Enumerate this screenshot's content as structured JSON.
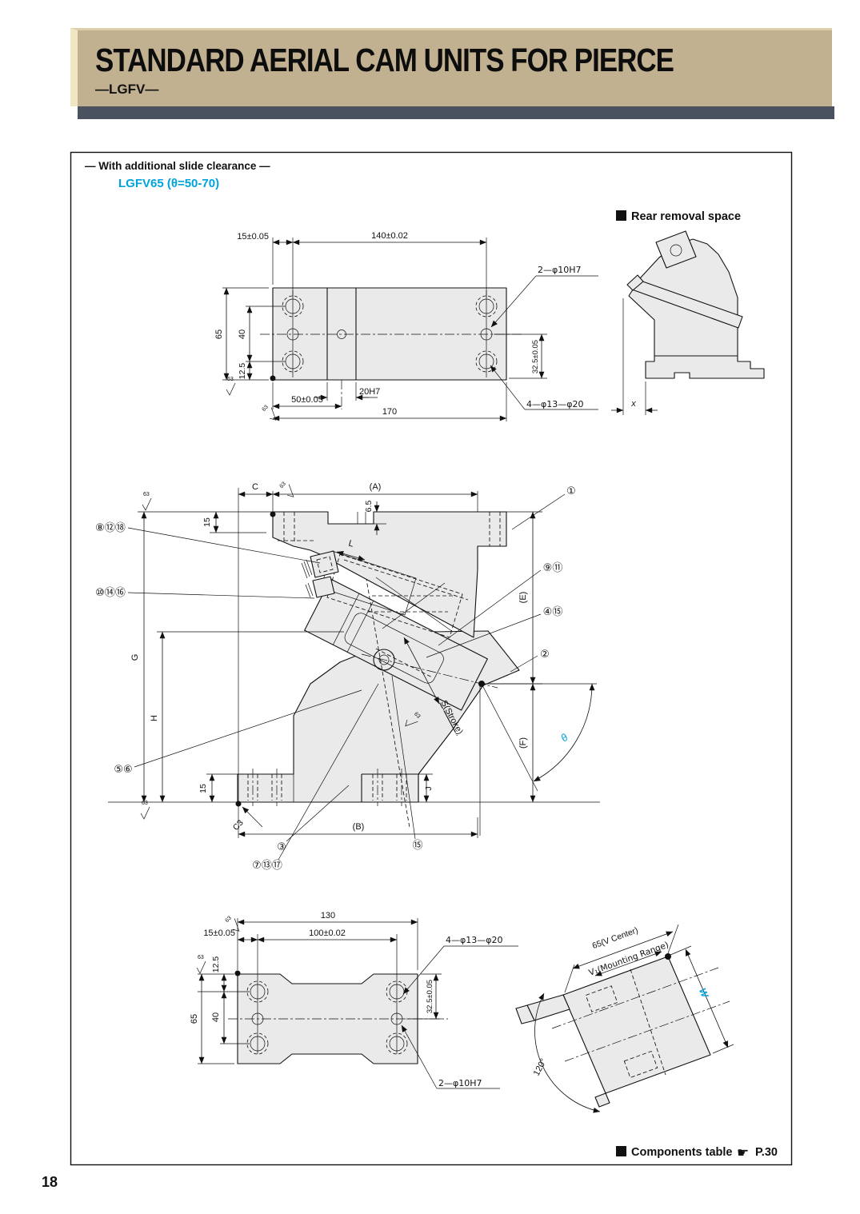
{
  "page": {
    "number": "18"
  },
  "banner": {
    "title": "STANDARD AERIAL CAM UNITS FOR PIERCE",
    "subtitle": "—LGFV—"
  },
  "intro": {
    "note": "— With additional slide clearance —",
    "model": "LGFV65 (θ=50-70)"
  },
  "colors": {
    "accent": "#00A3DC",
    "banner": "#C2B190",
    "bar": "#4A5260"
  },
  "rear_view": {
    "heading": "Rear removal space",
    "dim_x": "x"
  },
  "top_view": {
    "dim_15": "15±0.05",
    "dim_140": "140±0.02",
    "dim_65": "65",
    "dim_40": "40",
    "dim_12_5": "12.5",
    "dim_50": "50±0.05",
    "dim_20h7": "20H7",
    "dim_170": "170",
    "dim_32_5": "32.5±0.05",
    "label_pin_holes": "2—φ10H7",
    "label_bolt_holes": "4—φ13—φ20"
  },
  "assembly_view": {
    "dim_c": "C",
    "dim_a": "(A)",
    "dim_6_5": "6.5",
    "dim_15_top": "15",
    "dim_l": "L",
    "dim_g": "G",
    "dim_h": "H",
    "dim_15_bottom": "15",
    "dim_b": "(B)",
    "dim_j": "J",
    "dim_e": "(E)",
    "dim_f": "(F)",
    "dim_theta": "θ",
    "dim_stroke": "S(Stroke)",
    "chamfer": "C3",
    "callout_1": "①",
    "callout_2": "②",
    "callout_3": "③",
    "callout_4_15": "④⑮",
    "callout_5_6": "⑤⑥",
    "callout_7_13_17": "⑦⑬⑰",
    "callout_8_12_18": "⑧⑫⑱",
    "callout_9_11": "⑨⑪",
    "callout_10_14_16": "⑩⑭⑯",
    "callout_15": "⑮"
  },
  "bottom_view": {
    "dim_130": "130",
    "dim_100": "100±0.02",
    "dim_15": "15±0.05",
    "dim_12_5": "12.5",
    "dim_65": "65",
    "dim_40": "40",
    "dim_32_5": "32.5±0.05",
    "label_bolt_holes": "4—φ13—φ20",
    "label_pin_holes": "2—φ10H7"
  },
  "tilt_view": {
    "dim_v_center": "65(V Center)",
    "dim_v1": "V₁(Mounting Range)",
    "dim_w": "W",
    "dim_120": "120°"
  },
  "finish": {
    "value": "63"
  },
  "footer": {
    "components_label": "Components table",
    "icon": "☛",
    "page_ref": "P.30"
  }
}
